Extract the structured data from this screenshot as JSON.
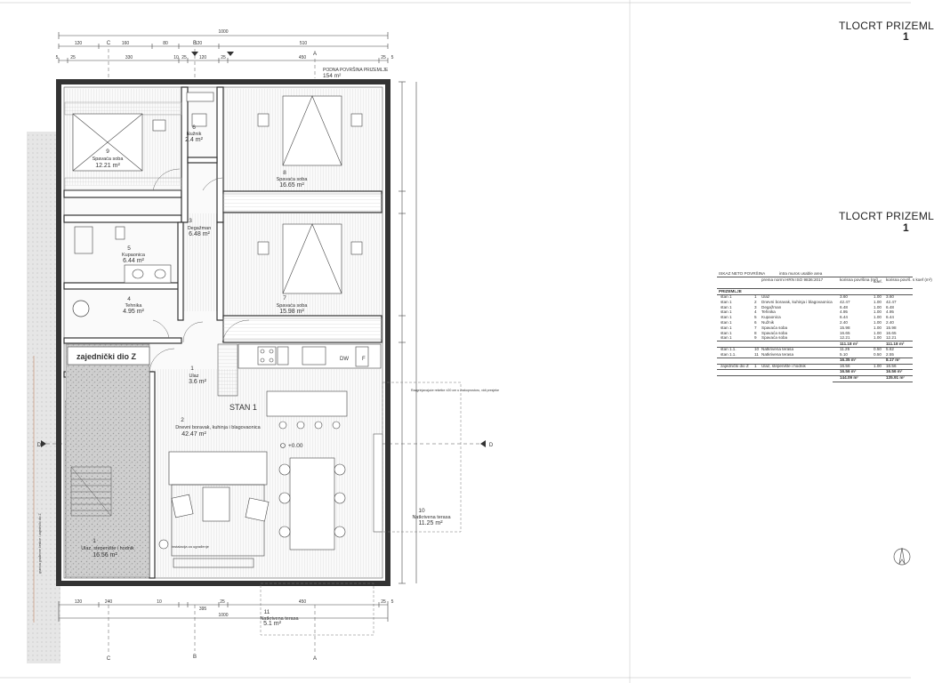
{
  "drawing": {
    "titles": [
      "TLOCRT PRIZEML",
      "TLOCRT PRIZEML"
    ],
    "title_scale_chars": [
      "1",
      "1"
    ],
    "top_dims_overall": "1000",
    "top_dims_row1": [
      "120",
      "160",
      "80",
      "120",
      "510"
    ],
    "top_dims_row2": [
      "5",
      "25",
      "330",
      "10",
      "25",
      "120",
      "25",
      "450",
      "25",
      "5"
    ],
    "bottom_dims_row1": [
      "120",
      "240",
      "10",
      "395",
      "25",
      "450",
      "25",
      "5"
    ],
    "bottom_dims_overall": "1000",
    "section_marks": [
      "C",
      "B",
      "A",
      "C",
      "B",
      "A",
      "D",
      "D"
    ],
    "floor_area_label": "PODNA POVRŠINA PRIZEMLJE",
    "floor_area_value": "154 m²",
    "stan_label": "STAN 1",
    "zone_label": "zajednički dio Z",
    "level_marker": "+0.00",
    "kitchen_tags": [
      "DW",
      "F"
    ],
    "install_note": "instalacija za ugrađenje",
    "window_note": "Razgrinjavajuće rešetke ±20 cm u zrakoprostoru, vidi presjeke",
    "left_note": "granica građevne čestice\nzajednički dio Z",
    "rooms": [
      {
        "num": "9",
        "name": "Spavaća soba",
        "area": "12.21 m²"
      },
      {
        "num": "6",
        "name": "Nužnik",
        "area": "2.4 m²"
      },
      {
        "num": "8",
        "name": "Spavaća soba",
        "area": "16.65 m²"
      },
      {
        "num": "3",
        "name": "Degažman",
        "area": "6.48 m²"
      },
      {
        "num": "5",
        "name": "Kupaonica",
        "area": "6.44 m²"
      },
      {
        "num": "4",
        "name": "Tehnika",
        "area": "4.95 m²"
      },
      {
        "num": "7",
        "name": "Spavaća soba",
        "area": "15.98 m²"
      },
      {
        "num": "1",
        "name": "Ulaz",
        "area": "3.6 m²"
      },
      {
        "num": "2",
        "name": "Dnevni boravak, kuhinja i blagovaonica",
        "area": "42.47 m²"
      },
      {
        "num": "1",
        "name": "Ulaz, stepenište i hodnik",
        "area": "16.56 m²"
      },
      {
        "num": "10",
        "name": "Natkrivena terasa",
        "area": "11.25 m²"
      },
      {
        "num": "11",
        "name": "Natkrivena terasa",
        "area": "5.1 m²"
      }
    ]
  },
  "table": {
    "heading": "ISKAZ NETO POVRŠINA",
    "heading_sub": "intra muros usable area",
    "col_norm": "prema normi HRN ISO 9836:2017",
    "col_korisna": "korisna površina (m²)",
    "col_koef": "koef.",
    "col_korisna_koef": "korisna površ. s koef (m²)",
    "section": "PRIZEMLJE",
    "rows": [
      [
        "stan 1",
        "1",
        "Ulaz",
        "3.60",
        "1.00",
        "3.60"
      ],
      [
        "stan 1",
        "2",
        "Dnevni boravak, kuhinja i blagovaonica",
        "42.47",
        "1.00",
        "42.47"
      ],
      [
        "stan 1",
        "3",
        "Degažman",
        "6.48",
        "1.00",
        "6.48"
      ],
      [
        "stan 1",
        "4",
        "Tehnika",
        "4.95",
        "1.00",
        "4.95"
      ],
      [
        "stan 1",
        "5",
        "Kupaonica",
        "6.44",
        "1.00",
        "6.44"
      ],
      [
        "stan 1",
        "6",
        "Nužnik",
        "2.40",
        "1.00",
        "2.40"
      ],
      [
        "stan 1",
        "7",
        "Spavaća soba",
        "15.98",
        "1.00",
        "15.98"
      ],
      [
        "stan 1",
        "8",
        "Spavaća soba",
        "16.65",
        "1.00",
        "16.65"
      ],
      [
        "stan 1",
        "9",
        "Spavaća soba",
        "12.21",
        "1.00",
        "12.21"
      ]
    ],
    "subtotal1": [
      "111.18 m²",
      "111.18 m²"
    ],
    "rows2": [
      [
        "stan 1.1.",
        "10",
        "Natkrivena terasa",
        "11.25",
        "0.50",
        "5.62"
      ],
      [
        "stan 1.1.",
        "11",
        "Natkrivena terasa",
        "5.10",
        "0.50",
        "2.55"
      ]
    ],
    "subtotal2": [
      "16.35 m²",
      "8.17 m²"
    ],
    "rows3": [
      [
        "zajednički dio Z",
        "1",
        "Ulaz, stepenište i hodnik",
        "16.56",
        "1.00",
        "16.56"
      ]
    ],
    "subtotal3": [
      "16.56 m²",
      "16.56 m²"
    ],
    "total": [
      "144.09 m²",
      "135.91 m²"
    ]
  }
}
